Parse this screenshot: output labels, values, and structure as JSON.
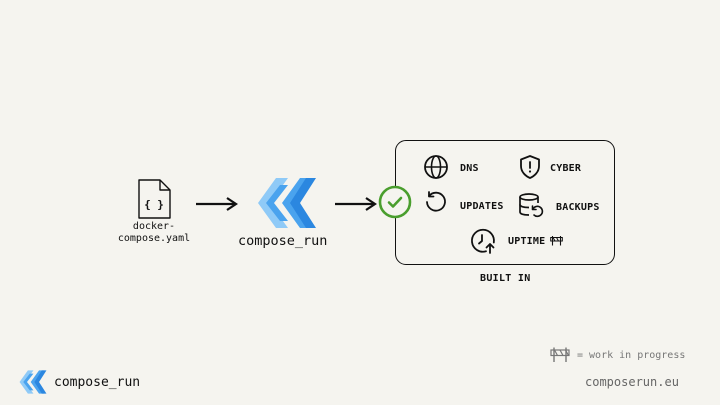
{
  "file": {
    "label": "docker-\ncompose.yaml",
    "icon": "code-file-icon"
  },
  "brand": {
    "name": "compose_run",
    "logo_colors": [
      "#2b87e0",
      "#4aa3ee",
      "#8fcaf7"
    ]
  },
  "status": {
    "icon": "check-circle-icon",
    "color": "#4a9e2e"
  },
  "features": [
    {
      "label": "DNS",
      "icon": "globe-icon"
    },
    {
      "label": "CYBER",
      "icon": "shield-icon"
    },
    {
      "label": "UPDATES",
      "icon": "refresh-icon"
    },
    {
      "label": "BACKUPS",
      "icon": "database-restore-icon"
    },
    {
      "label": "UPTIME",
      "icon": "clock-arrow-icon",
      "wip_icon": "barrier-icon"
    }
  ],
  "built_in_label": "BUILT IN",
  "legend": {
    "text": "= work in progress",
    "icon": "barrier-icon"
  },
  "footer": {
    "brand": "compose_run",
    "url": "composerun.eu"
  }
}
